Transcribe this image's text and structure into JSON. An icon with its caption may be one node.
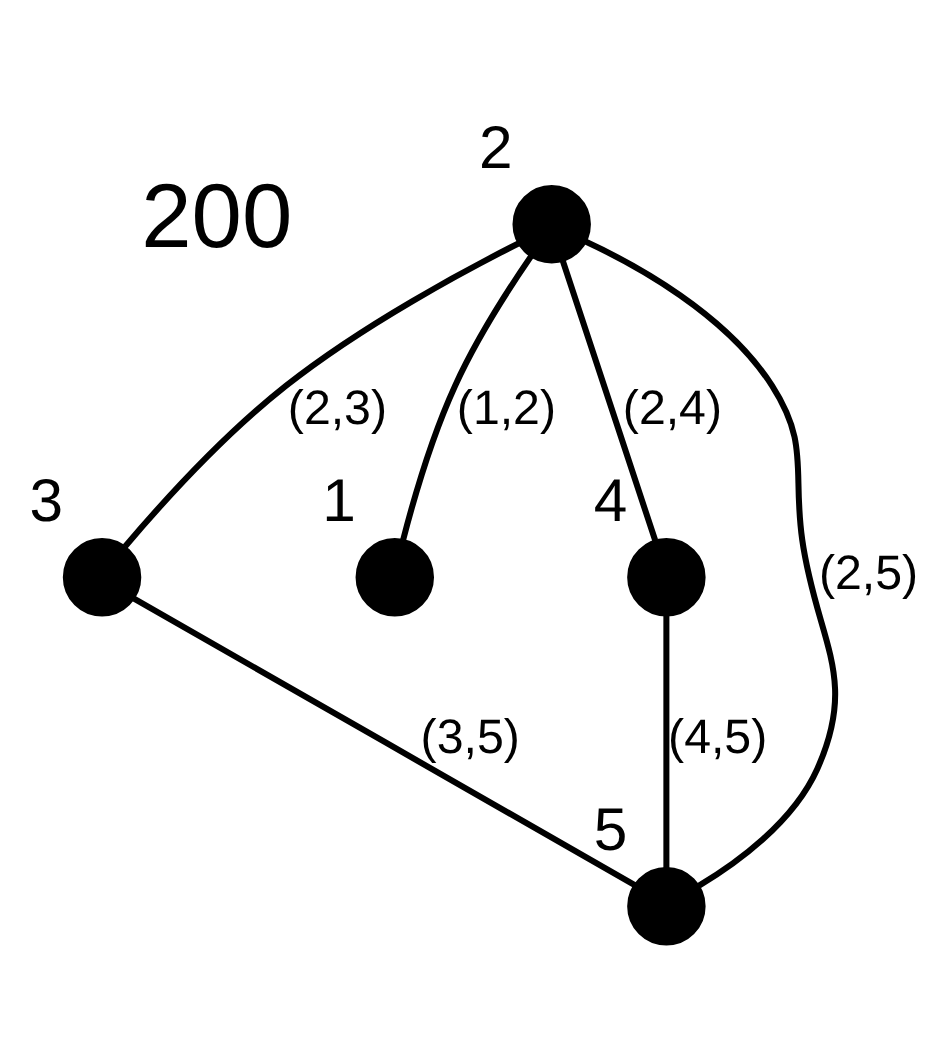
{
  "diagram": {
    "nodes": [
      {
        "text": [],
        "shape": "circle",
        "beside": [
          "2"
        ]
      },
      {
        "text": [],
        "shape": "circle",
        "beside": [
          "3"
        ]
      },
      {
        "text": [],
        "shape": "circle",
        "beside": [
          "1"
        ]
      },
      {
        "text": [],
        "shape": "circle",
        "beside": [
          "4"
        ]
      },
      {
        "text": [],
        "shape": "circle",
        "beside": [
          "5"
        ]
      }
    ],
    "edges": [
      {
        "from": 0,
        "to": 1,
        "arrow": "none",
        "label": "(2,3)"
      },
      {
        "from": 0,
        "to": 3,
        "arrow": "none",
        "label": "(2,4)"
      },
      {
        "from": 0,
        "to": 4,
        "arrow": "none",
        "label": "(2,5)"
      },
      {
        "from": 0,
        "to": 2,
        "arrow": "none",
        "label": "(1,2)"
      },
      {
        "from": 1,
        "to": 4,
        "arrow": "none",
        "label": "(3,5)"
      },
      {
        "from": 3,
        "to": 4,
        "arrow": "none",
        "label": "(4,5)"
      }
    ],
    "labels": [
      "200"
    ]
  }
}
